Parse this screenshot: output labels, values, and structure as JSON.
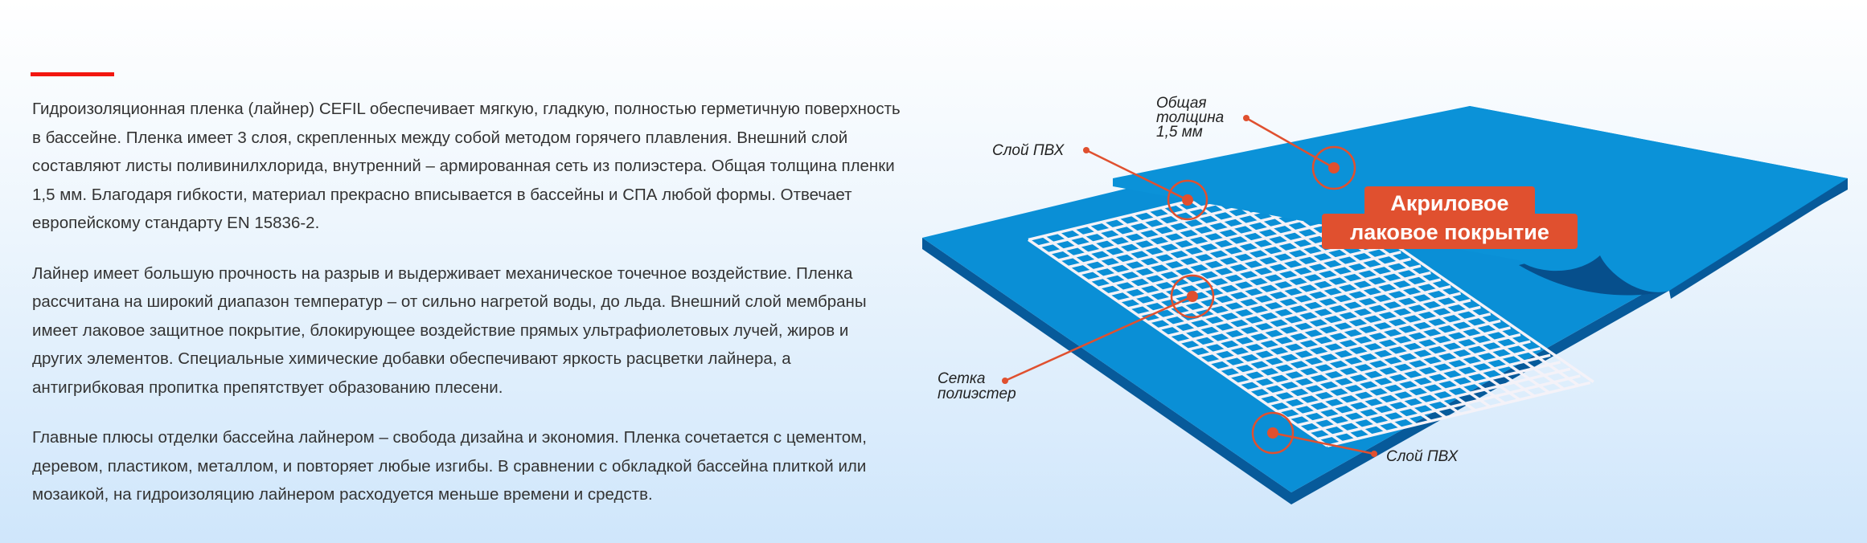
{
  "content": {
    "paragraphs": [
      "Гидроизоляционная пленка (лайнер) CEFIL обеспечивает мягкую, гладкую, полностью герметичную поверхность в бассейне. Пленка имеет 3 слоя, скрепленных между собой методом горячего плавления. Внешний слой составляют листы поливинилхлорида, внутренний – армированная сеть из полиэстера. Общая толщина пленки 1,5 мм. Благодаря гибкости, материал прекрасно вписывается в бассейны и СПА любой формы. Отвечает европейскому стандарту EN 15836-2.",
      "Лайнер имеет большую прочность на разрыв и выдерживает механическое точечное воздействие. Пленка рассчитана на широкий диапазон температур – от сильно нагретой воды, до льда. Внешний слой мембраны имеет лаковое защитное покрытие, блокирующее воздействие прямых ультрафиолетовых лучей, жиров и других элементов. Специальные химические добавки обеспечивают яркость расцветки лайнера, а антигрибковая пропитка препятствует образованию плесени.",
      "Главные плюсы отделки бассейна лайнером – свобода дизайна и экономия. Пленка сочетается с цементом, деревом, пластиком, металлом, и повторяет любые изгибы. В сравнении с обкладкой бассейна плиткой или мозаикой, на гидроизоляцию лайнером расходуется меньше времени и средств."
    ]
  },
  "diagram": {
    "thickness_label": [
      "Общая",
      "толщина",
      "1,5 мм"
    ],
    "pvc_top_label": "Слой ПВХ",
    "mesh_label": [
      "Сетка",
      "полиэстер"
    ],
    "pvc_bottom_label": "Слой ПВХ",
    "badge": [
      "Акриловое",
      "лаковое покрытие"
    ],
    "colors": {
      "sheet": "#0a8fd6",
      "sheet_edge": "#075a9a",
      "accent": "#e0502f",
      "mesh": "#ffffff"
    }
  }
}
